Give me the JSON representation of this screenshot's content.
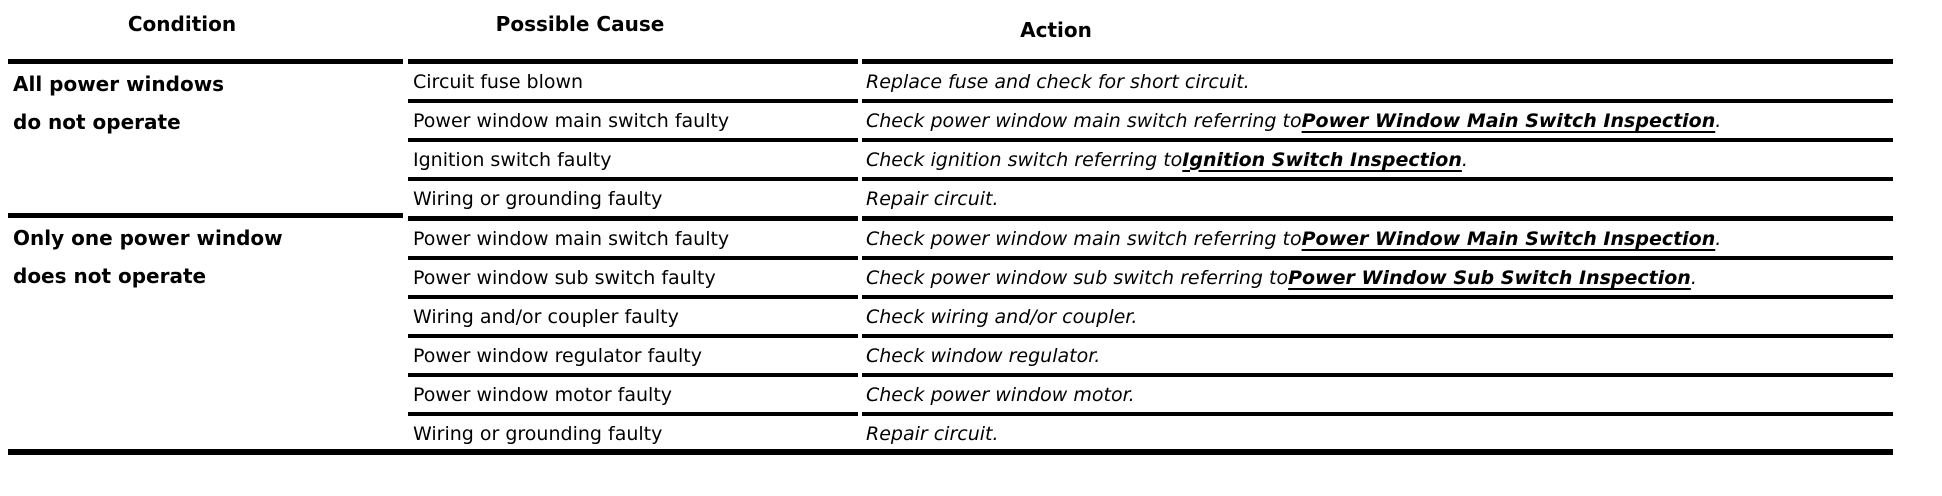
{
  "header": {
    "condition": "Condition",
    "possible_cause": "Possible Cause",
    "action": "Action"
  },
  "groups": [
    {
      "condition_line1": "All power windows",
      "condition_line2": "do not operate"
    },
    {
      "condition_line1": "Only one power window",
      "condition_line2": "does not operate"
    }
  ],
  "rows": [
    {
      "cause": "Circuit fuse blown",
      "action_pre": "Replace fuse and check for short circuit."
    },
    {
      "cause": "Power window main switch faulty",
      "action_pre": "Check power window main switch referring to ",
      "action_link": "Power Window Main Switch Inspection",
      "action_post": "."
    },
    {
      "cause": "Ignition switch faulty",
      "action_pre": "Check ignition switch referring to ",
      "action_link": "Ignition Switch Inspection",
      "action_post": "."
    },
    {
      "cause": "Wiring or grounding faulty",
      "action_pre": "Repair circuit."
    },
    {
      "cause": "Power window main switch faulty",
      "action_pre": "Check power window main switch referring to ",
      "action_link": "Power Window Main Switch Inspection",
      "action_post": "."
    },
    {
      "cause": "Power window sub switch faulty",
      "action_pre": "Check power window sub switch referring to ",
      "action_link": "Power Window Sub Switch Inspection",
      "action_post": "."
    },
    {
      "cause": "Wiring and/or coupler faulty",
      "action_pre": "Check wiring and/or coupler."
    },
    {
      "cause": "Power window regulator faulty",
      "action_pre": "Check window regulator."
    },
    {
      "cause": "Power window motor faulty",
      "action_pre": "Check power window motor."
    },
    {
      "cause": "Wiring or grounding faulty",
      "action_pre": "Repair circuit."
    }
  ],
  "colors": {
    "text": "#000000",
    "rule": "#000000",
    "background": "#ffffff"
  }
}
